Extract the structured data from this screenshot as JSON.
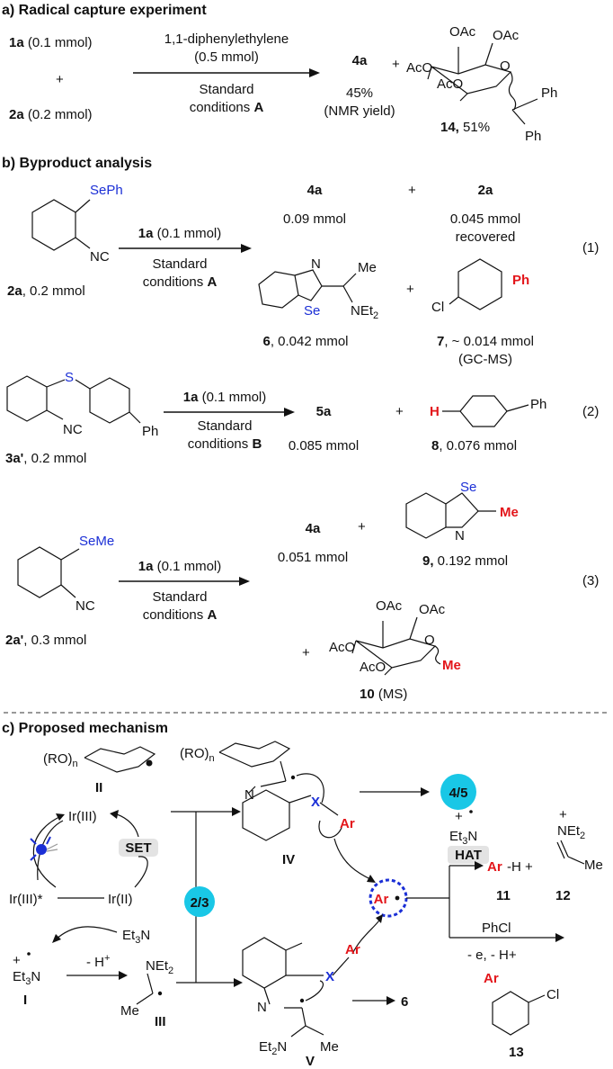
{
  "section_a": {
    "title": "a) Radical capture experiment",
    "r1": "1a",
    "r1_amt": " (0.1 mmol)",
    "plus": "+",
    "r2": "2a",
    "r2_amt": " (0.2 mmol)",
    "above1": "1,1-diphenylethylene",
    "above2": "(0.5 mmol)",
    "below1": "Standard",
    "below2": "conditions ",
    "below2b": "A",
    "product": "4a",
    "yield": "45%",
    "yield_note": "(NMR yield)",
    "sugar_ac1": "OAc",
    "sugar_ac2": "OAc",
    "sugar_ac3": "AcO",
    "sugar_ac4": "AcO",
    "sugar_o": "O",
    "ph1": "Ph",
    "ph2": "Ph",
    "compound14": "14,",
    "compound14_yield": " 51%"
  },
  "section_b": {
    "title": "b) Byproduct analysis",
    "eq1": {
      "se_ph": "SePh",
      "nc": "NC",
      "label": "2a",
      "label_amt": ", 0.2 mmol",
      "above": "1a",
      "above_amt": " (0.1 mmol)",
      "below1": "Standard",
      "below2": "conditions ",
      "below2b": "A",
      "p1": "4a",
      "p1_amt": "0.09 mmol",
      "p2": "2a",
      "p2_amt1": "0.045 mmol",
      "p2_amt2": "recovered",
      "n": "N",
      "se": "Se",
      "me": "Me",
      "net2": "NEt",
      "net2_sub": "2",
      "cl": "Cl",
      "ph": "Ph",
      "c6": "6",
      "c6_amt": ", 0.042 mmol",
      "c7": "7",
      "c7_amt": ", ~ 0.014 mmol",
      "c7_note": "(GC-MS)",
      "num": "(1)"
    },
    "eq2": {
      "s": "S",
      "nc": "NC",
      "ph": "Ph",
      "label": "3a'",
      "label_amt": ", 0.2 mmol",
      "above": "1a",
      "above_amt": " (0.1 mmol)",
      "below1": "Standard",
      "below2": "conditions ",
      "below2b": "B",
      "p1": "5a",
      "p1_amt": "0.085 mmol",
      "h": "H",
      "ph2": "Ph",
      "c8": "8",
      "c8_amt": ", 0.076 mmol",
      "num": "(2)"
    },
    "eq3": {
      "se_me": "SeMe",
      "nc": "NC",
      "label": "2a'",
      "label_amt": ", 0.3 mmol",
      "above": "1a",
      "above_amt": " (0.1 mmol)",
      "below1": "Standard",
      "below2": "conditions ",
      "below2b": "A",
      "p1": "4a",
      "p1_amt": "0.051 mmol",
      "se": "Se",
      "n": "N",
      "me": "Me",
      "c9": "9,",
      "c9_amt": " 0.192 mmol",
      "ac1": "OAc",
      "ac2": "OAc",
      "ac3": "AcO",
      "ac4": "AcO",
      "o": "O",
      "me2": "Me",
      "c10": "10",
      "c10_note": " (MS)",
      "num": "(3)"
    }
  },
  "section_c": {
    "title": "c) Proposed mechanism",
    "ro": "(RO)",
    "n_sub": "n",
    "roman2": "II",
    "ir3": "Ir(III)",
    "ir3s": "Ir(III)*",
    "ir2": "Ir(II)",
    "set": "SET",
    "et3n": "Et",
    "et3n_sub": "3",
    "et3n_n": "N",
    "roman1": "I",
    "minus_h": "- H",
    "plus_sup": "+",
    "net2": "NEt",
    "net2_sub": "2",
    "me": "Me",
    "roman3": "III",
    "badge23": "2/3",
    "badge45": "4/5",
    "n_lbl": "N",
    "x": "X",
    "ar": "Ar",
    "roman4": "IV",
    "roman5": "V",
    "ar_rad": "Ar",
    "hat": "HAT",
    "arh": "Ar",
    "arh2": "-H +",
    "c11": "11",
    "c12": "12",
    "phcl": "PhCl",
    "cond": "- e, - H+",
    "cl": "Cl",
    "c13": "13",
    "c6": "6",
    "et2n": "Et",
    "et2n_sub": "2",
    "et2n_n": "N"
  },
  "colors": {
    "badge": "#19c7e6",
    "red": "#e3161b",
    "blue": "#1b2fd6",
    "hat_bg": "#e3e3e3"
  }
}
